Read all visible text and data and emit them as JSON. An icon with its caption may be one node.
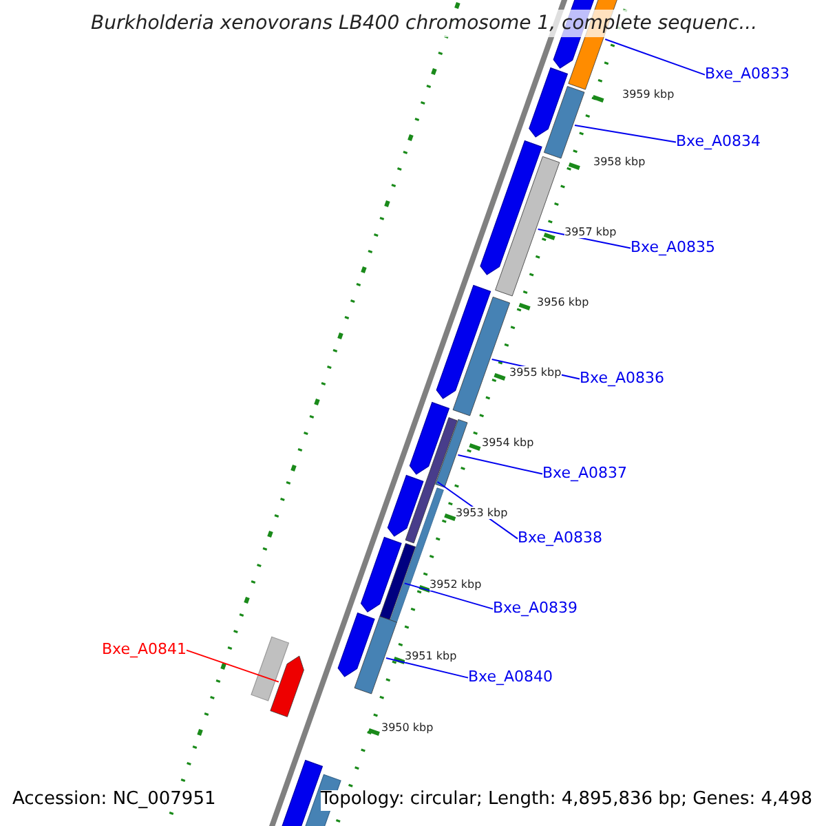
{
  "diagram": {
    "title": "Burkholderia xenovorans LB400 chromosome 1, complete sequenc...",
    "nodes": [
      {
        "text": [
          "Bxe_A0833"
        ]
      },
      {
        "text": [
          "Bxe_A0834"
        ]
      },
      {
        "text": [
          "Bxe_A0835"
        ]
      },
      {
        "text": [
          "Bxe_A0836"
        ]
      },
      {
        "text": [
          "Bxe_A0837"
        ]
      },
      {
        "text": [
          "Bxe_A0838"
        ]
      },
      {
        "text": [
          "Bxe_A0839"
        ]
      },
      {
        "text": [
          "Bxe_A0841"
        ]
      },
      {
        "text": [
          "Bxe_A0840"
        ]
      },
      {
        "text": [],
        "shape": "bar"
      },
      {
        "text": [],
        "shape": "bar"
      },
      {
        "text": [],
        "shape": "bar"
      },
      {
        "text": [],
        "shape": "bar"
      },
      {
        "text": [],
        "shape": "bar"
      },
      {
        "text": [],
        "shape": "bar"
      },
      {
        "text": [],
        "shape": "bar"
      },
      {
        "text": [],
        "shape": "bar"
      },
      {
        "text": [],
        "shape": "bar"
      }
    ],
    "edges": [
      {
        "from": 0,
        "to": 9,
        "arrow": "none"
      },
      {
        "from": 1,
        "to": 10,
        "arrow": "none"
      },
      {
        "from": 2,
        "to": 11,
        "arrow": "none"
      },
      {
        "from": 3,
        "to": 12,
        "arrow": "none"
      },
      {
        "from": 4,
        "to": 13,
        "arrow": "none"
      },
      {
        "from": 5,
        "to": 14,
        "arrow": "none"
      },
      {
        "from": 6,
        "to": 15,
        "arrow": "none"
      },
      {
        "from": 7,
        "to": 17,
        "arrow": "none",
        "color": "#ff0000"
      },
      {
        "from": 8,
        "to": 16,
        "arrow": "none"
      }
    ],
    "labels": [
      "3959 kbp",
      "3958 kbp",
      "3957 kbp",
      "3956 kbp",
      "3955 kbp",
      "3954 kbp",
      "3953 kbp",
      "3952 kbp",
      "3951 kbp",
      "3950 kbp",
      "Accession: NC_007951",
      "Topology: circular; Length: 4,895,836 bp; Genes: 4,498"
    ]
  }
}
